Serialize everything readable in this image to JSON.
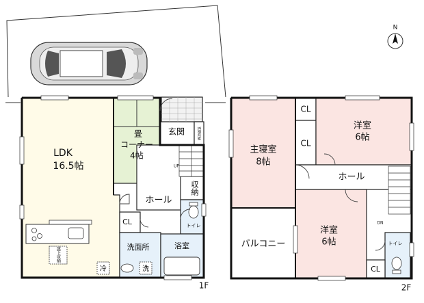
{
  "floor1": {
    "floor_label": "1F",
    "rooms": {
      "ldk_name": "LDK",
      "ldk_size": "16.5帖",
      "tatami_name": "畳",
      "tatami_sub": "コーナー",
      "tatami_size": "4帖",
      "genkan": "玄関",
      "genkan_storage": "玄関収納",
      "hall": "ホール",
      "storage": "収納",
      "closet": "CL",
      "toilet": "トイレ",
      "washroom": "洗面所",
      "bathroom": "浴室",
      "underfloor": "床下収納",
      "fridge": "冷",
      "washer": "洗",
      "stairs_up": "UP"
    }
  },
  "floor2": {
    "floor_label": "2F",
    "rooms": {
      "master_name": "主寝室",
      "master_size": "8帖",
      "western1_name": "洋室",
      "western1_size": "6帖",
      "western2_name": "洋室",
      "western2_size": "6帖",
      "hall": "ホール",
      "balcony": "バルコニー",
      "closet_a": "CL",
      "closet_b": "CL",
      "closet_c": "CL",
      "toilet": "トイレ",
      "stairs_down": "DN"
    }
  },
  "compass": {
    "label": "N"
  },
  "colors": {
    "ldk": "#fffbe8",
    "tatami": "#e6f2d4",
    "wet": "#e6f1fa",
    "bedroom": "#fbe5e2",
    "wall": "#111111",
    "site": "#ffffff"
  }
}
